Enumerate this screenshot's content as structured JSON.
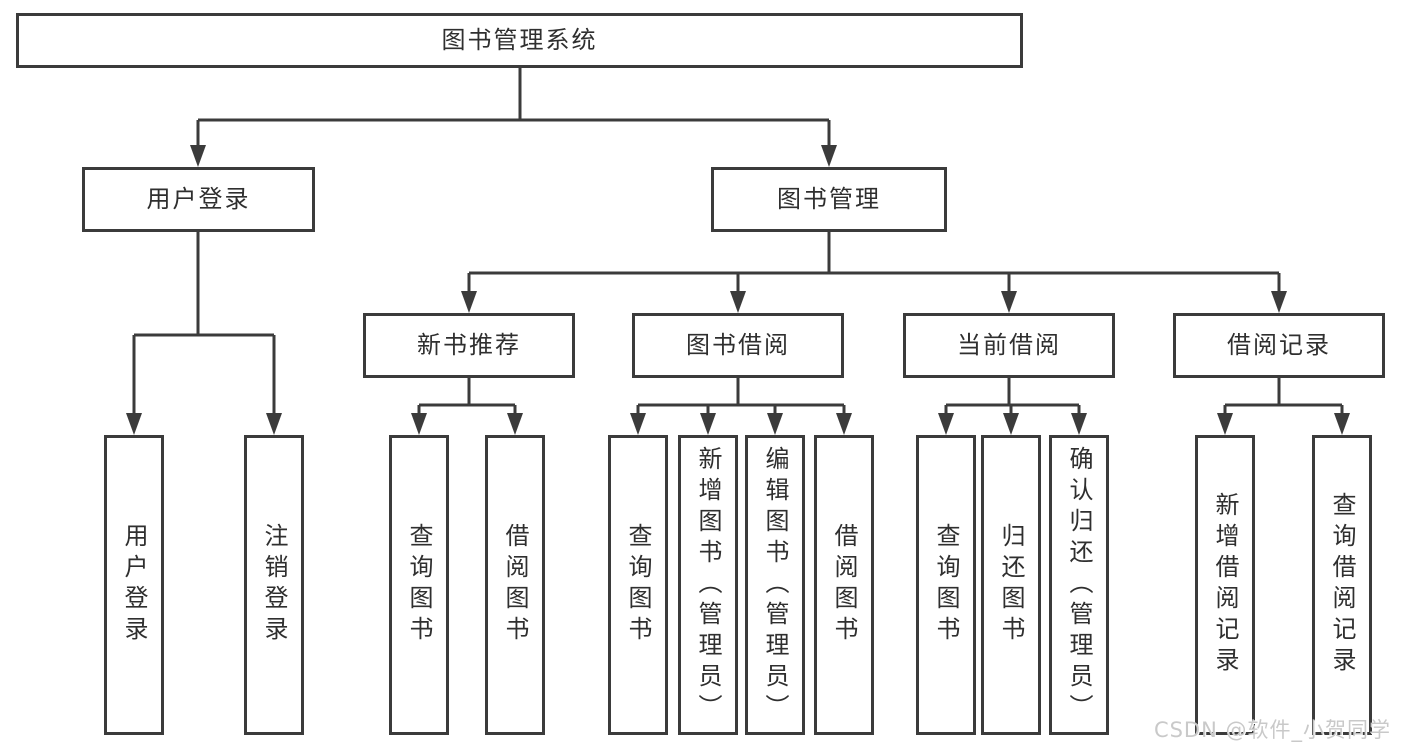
{
  "tree": {
    "label": "图书管理系统",
    "children": [
      {
        "label": "用户登录",
        "children": [
          {
            "label": "用户登录"
          },
          {
            "label": "注销登录"
          }
        ]
      },
      {
        "label": "图书管理",
        "children": [
          {
            "label": "新书推荐",
            "children": [
              {
                "label": "查询图书"
              },
              {
                "label": "借阅图书"
              }
            ]
          },
          {
            "label": "图书借阅",
            "children": [
              {
                "label": "查询图书"
              },
              {
                "label": "新增图书（管理员）"
              },
              {
                "label": "编辑图书（管理员）"
              },
              {
                "label": "借阅图书"
              }
            ]
          },
          {
            "label": "当前借阅",
            "children": [
              {
                "label": "查询图书"
              },
              {
                "label": "归还图书"
              },
              {
                "label": "确认归还（管理员）"
              }
            ]
          },
          {
            "label": "借阅记录",
            "children": [
              {
                "label": "新增借阅记录"
              },
              {
                "label": "查询借阅记录"
              }
            ]
          }
        ]
      }
    ]
  },
  "watermark": {
    "text": "CSDN @软件_小贺同学"
  },
  "colors": {
    "line": "#3b3b3b",
    "box_border": "#3b3b3b",
    "box_fill": "#ffffff",
    "text": "#2f2f2f",
    "watermark": "#c9c9c9",
    "background": "#ffffff"
  }
}
